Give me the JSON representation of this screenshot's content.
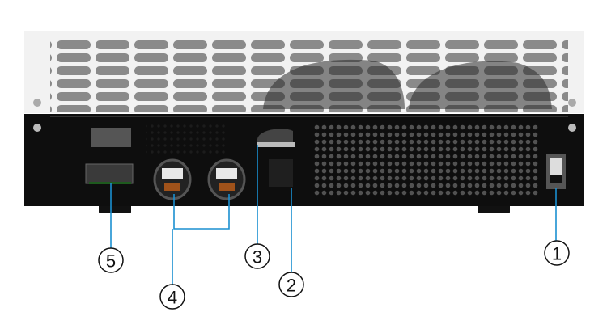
{
  "colors": {
    "callout_line": "#1a8fd0",
    "chassis_top": "#f2f2f2",
    "panel": "#0e0e0e"
  },
  "callouts": [
    {
      "label": "1",
      "part": "power-switch"
    },
    {
      "label": "2",
      "part": "port"
    },
    {
      "label": "3",
      "part": "cover"
    },
    {
      "label": "4",
      "part": "terminals"
    },
    {
      "label": "5",
      "part": "connectors"
    }
  ]
}
